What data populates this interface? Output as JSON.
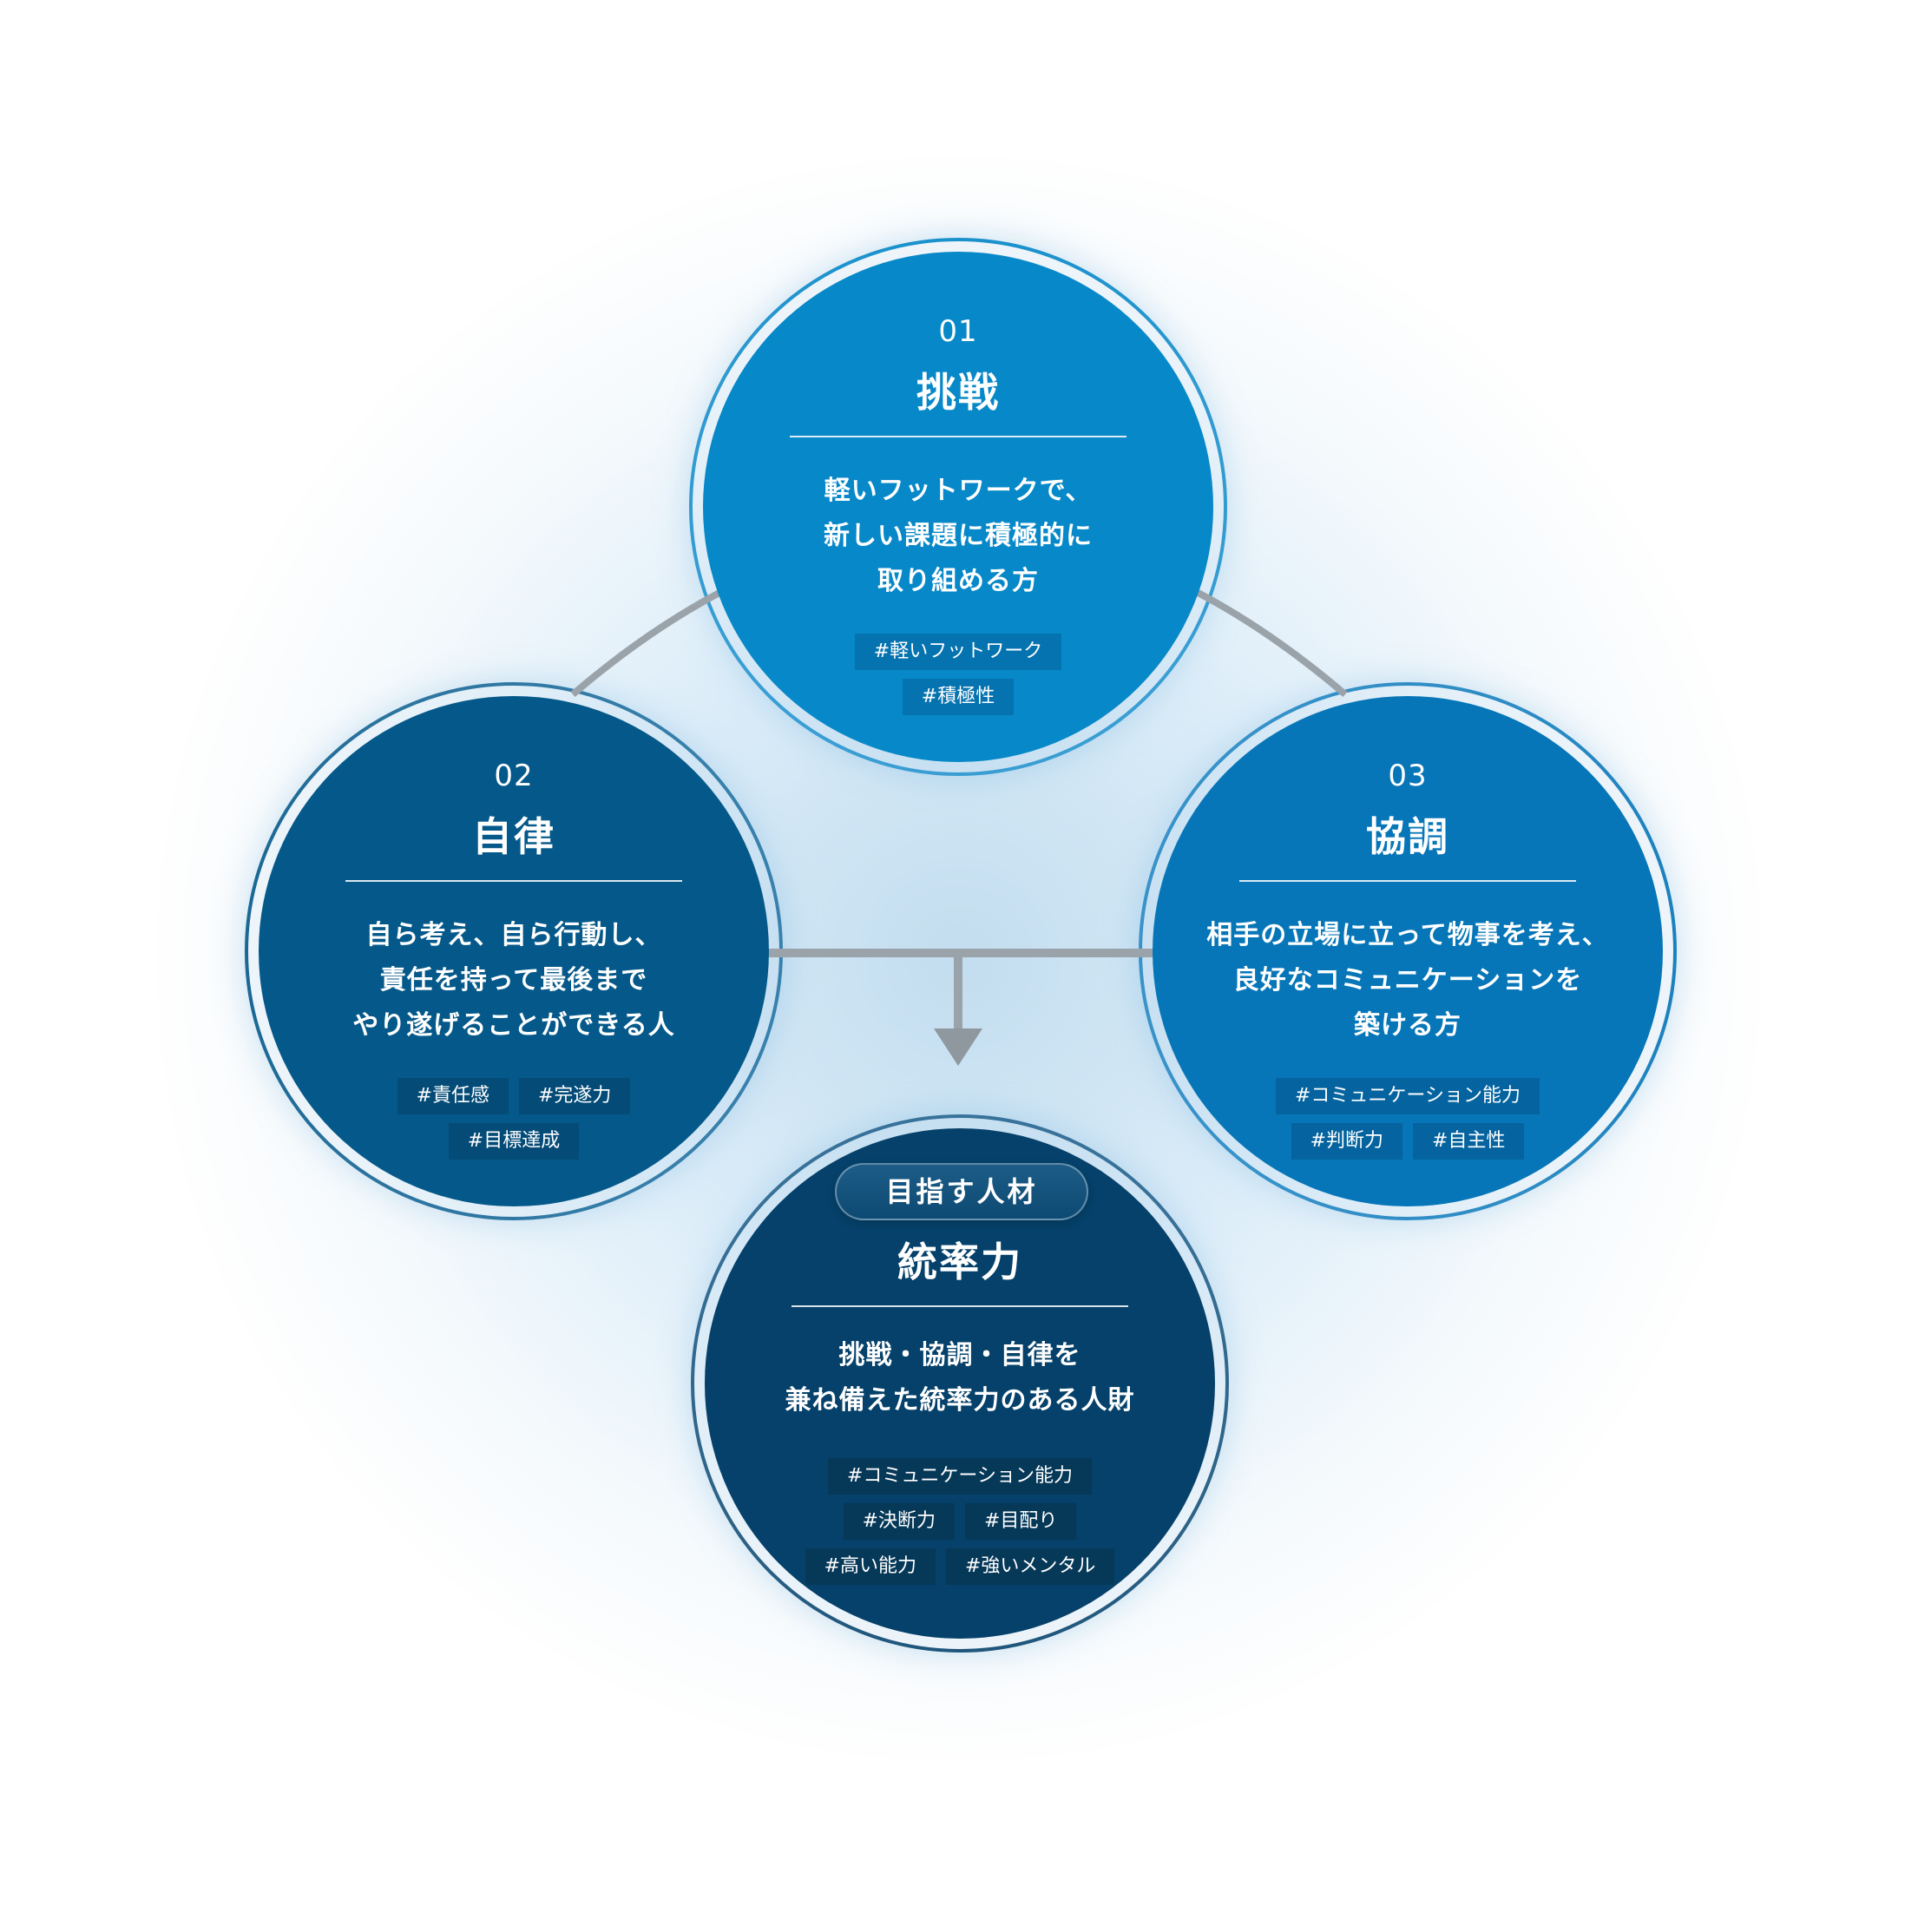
{
  "circles": {
    "c1": {
      "number": "01",
      "title": "挑戦",
      "desc": [
        "軽いフットワークで、",
        "新しい課題に積極的に",
        "取り組める方"
      ],
      "tags": [
        "#軽いフットワーク",
        "#積極性"
      ],
      "color": "#0788c8"
    },
    "c2": {
      "number": "02",
      "title": "自律",
      "desc": [
        "自ら考え、自ら行動し、",
        "責任を持って最後まで",
        "やり遂げることができる人"
      ],
      "tags": [
        "#責任感",
        "#完遂力",
        "#目標達成"
      ],
      "color": "#05598a"
    },
    "c3": {
      "number": "03",
      "title": "協調",
      "desc": [
        "相手の立場に立って物事を考え、",
        "良好なコミュニケーションを",
        "築ける方"
      ],
      "tags": [
        "#コミュニケーション能力",
        "#判断力",
        "#自主性"
      ],
      "color": "#0676b8"
    },
    "c4": {
      "badge": "目指す人材",
      "title": "統率力",
      "desc": [
        "挑戦・協調・自律を",
        "兼ね備えた統率力のある人財"
      ],
      "tags": [
        "#コミュニケーション能力",
        "#決断力",
        "#目配り",
        "#高い能力",
        "#強いメンタル"
      ],
      "color": "#05416a"
    }
  },
  "connector_color": "#9aa3a9"
}
